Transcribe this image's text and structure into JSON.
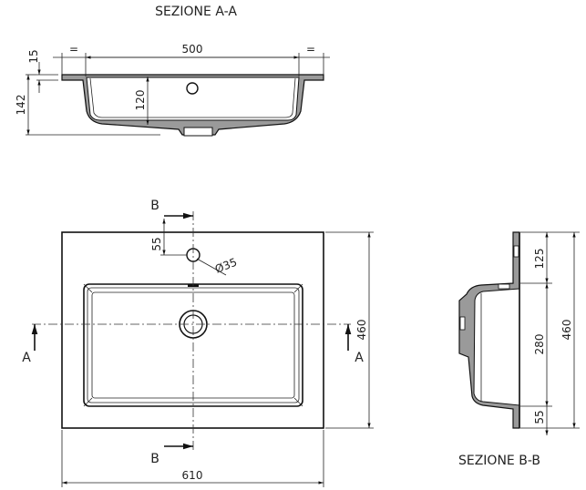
{
  "section_aa": {
    "title": "SEZIONE A-A",
    "dim_width": "500",
    "dim_equal_left": "=",
    "dim_equal_right": "=",
    "dim_flange": "15",
    "dim_total_height": "142",
    "dim_bowl_depth": "120"
  },
  "plan_view": {
    "label_b_top": "B",
    "label_b_bottom": "B",
    "label_a_left": "A",
    "label_a_right": "A",
    "dim_hole_offset": "55",
    "dim_hole_diameter": "Ø35",
    "dim_width": "610",
    "dim_depth": "460"
  },
  "section_bb": {
    "title": "SEZIONE B-B",
    "dim_top": "125",
    "dim_bowl": "280",
    "dim_bottom": "55",
    "dim_total": "460"
  }
}
